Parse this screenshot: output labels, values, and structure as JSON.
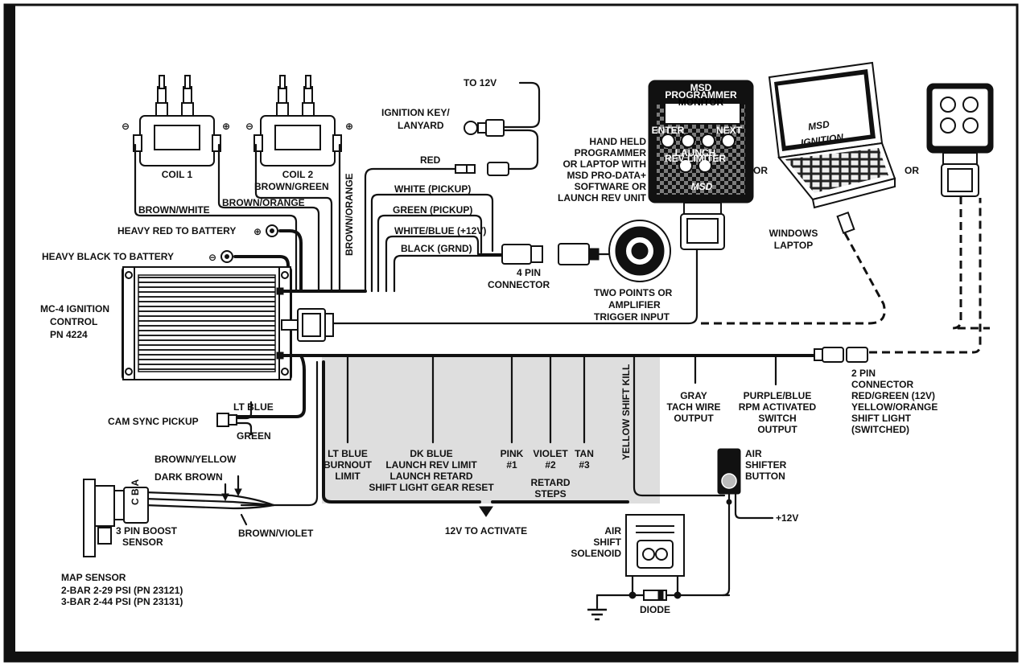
{
  "coils": {
    "coil1": "COIL 1",
    "coil2": "COIL 2",
    "minus": "⊖",
    "plus": "⊕"
  },
  "wires": {
    "brown_white": "BROWN/WHITE",
    "brown_orange_1": "BROWN/ORANGE",
    "brown_green": "BROWN/GREEN",
    "brown_orange_2": "BROWN/ORANGE",
    "heavy_red": "HEAVY RED TO BATTERY",
    "heavy_black": "HEAVY BLACK TO BATTERY",
    "red": "RED",
    "white_pickup": "WHITE (PICKUP)",
    "green_pickup": "GREEN (PICKUP)",
    "white_blue": "WHITE/BLUE (+12V)",
    "black_grnd": "BLACK (GRND)",
    "lt_blue": "LT BLUE",
    "green": "GREEN",
    "brown_yellow": "BROWN/YELLOW",
    "dark_brown": "DARK BROWN",
    "brown_violet": "BROWN/VIOLET"
  },
  "labels": {
    "to_12v": "TO 12V",
    "ignition_key": [
      "IGNITION KEY/",
      "LANYARD"
    ],
    "four_pin": [
      "4 PIN",
      "CONNECTOR"
    ],
    "two_points": [
      "TWO POINTS OR",
      "AMPLIFIER",
      "TRIGGER INPUT"
    ],
    "programmer": [
      "HAND HELD",
      "PROGRAMMER",
      "OR LAPTOP WITH",
      "MSD PRO-DATA+",
      "SOFTWARE OR",
      "LAUNCH REV UNIT"
    ],
    "or1": "OR",
    "or2": "OR",
    "windows_laptop": [
      "WINDOWS",
      "LAPTOP"
    ],
    "mc4": [
      "MC-4 IGNITION",
      "CONTROL",
      "PN 4224"
    ],
    "cam_sync": "CAM SYNC PICKUP",
    "two_pin": [
      "2 PIN",
      "CONNECTOR",
      "RED/GREEN (12V)",
      "YELLOW/ORANGE",
      "SHIFT LIGHT",
      "(SWITCHED)"
    ],
    "gray_tach": [
      "GRAY",
      "TACH WIRE",
      "OUTPUT"
    ],
    "purple_blue": [
      "PURPLE/BLUE",
      "RPM ACTIVATED",
      "SWITCH",
      "OUTPUT"
    ],
    "yellow_shift": "YELLOW SHIFT KILL",
    "lt_blue_burnout": [
      "LT BLUE",
      "BURNOUT",
      "LIMIT"
    ],
    "dk_blue": [
      "DK BLUE",
      "LAUNCH REV LIMIT",
      "LAUNCH RETARD",
      "SHIFT LIGHT GEAR RESET"
    ],
    "pink": [
      "PINK",
      "#1"
    ],
    "violet": [
      "VIOLET",
      "#2"
    ],
    "tan": [
      "TAN",
      "#3"
    ],
    "retard_steps": [
      "RETARD",
      "STEPS"
    ],
    "activate": "12V TO ACTIVATE",
    "air_shifter": [
      "AIR",
      "SHIFTER",
      "BUTTON"
    ],
    "plus12": "+12V",
    "air_shift_sol": [
      "AIR",
      "SHIFT",
      "SOLENOID"
    ],
    "diode": "DIODE",
    "boost": [
      "3 PIN BOOST",
      "SENSOR"
    ],
    "map_sensor": [
      "MAP SENSOR",
      "2-BAR 2-29 PSI (PN 23121)",
      "3-BAR 2-44 PSI (PN 23131)"
    ],
    "connector_pins": "C B A"
  },
  "devices": {
    "programmer_title": [
      "MSD",
      "PROGRAMMER",
      "MONITOR"
    ],
    "enter": "ENTER",
    "next": "NEXT",
    "launch": [
      "LAUNCH",
      "REV LIMITER"
    ],
    "msd_logo": "MSD",
    "ignition_logo": "IGNITION"
  }
}
